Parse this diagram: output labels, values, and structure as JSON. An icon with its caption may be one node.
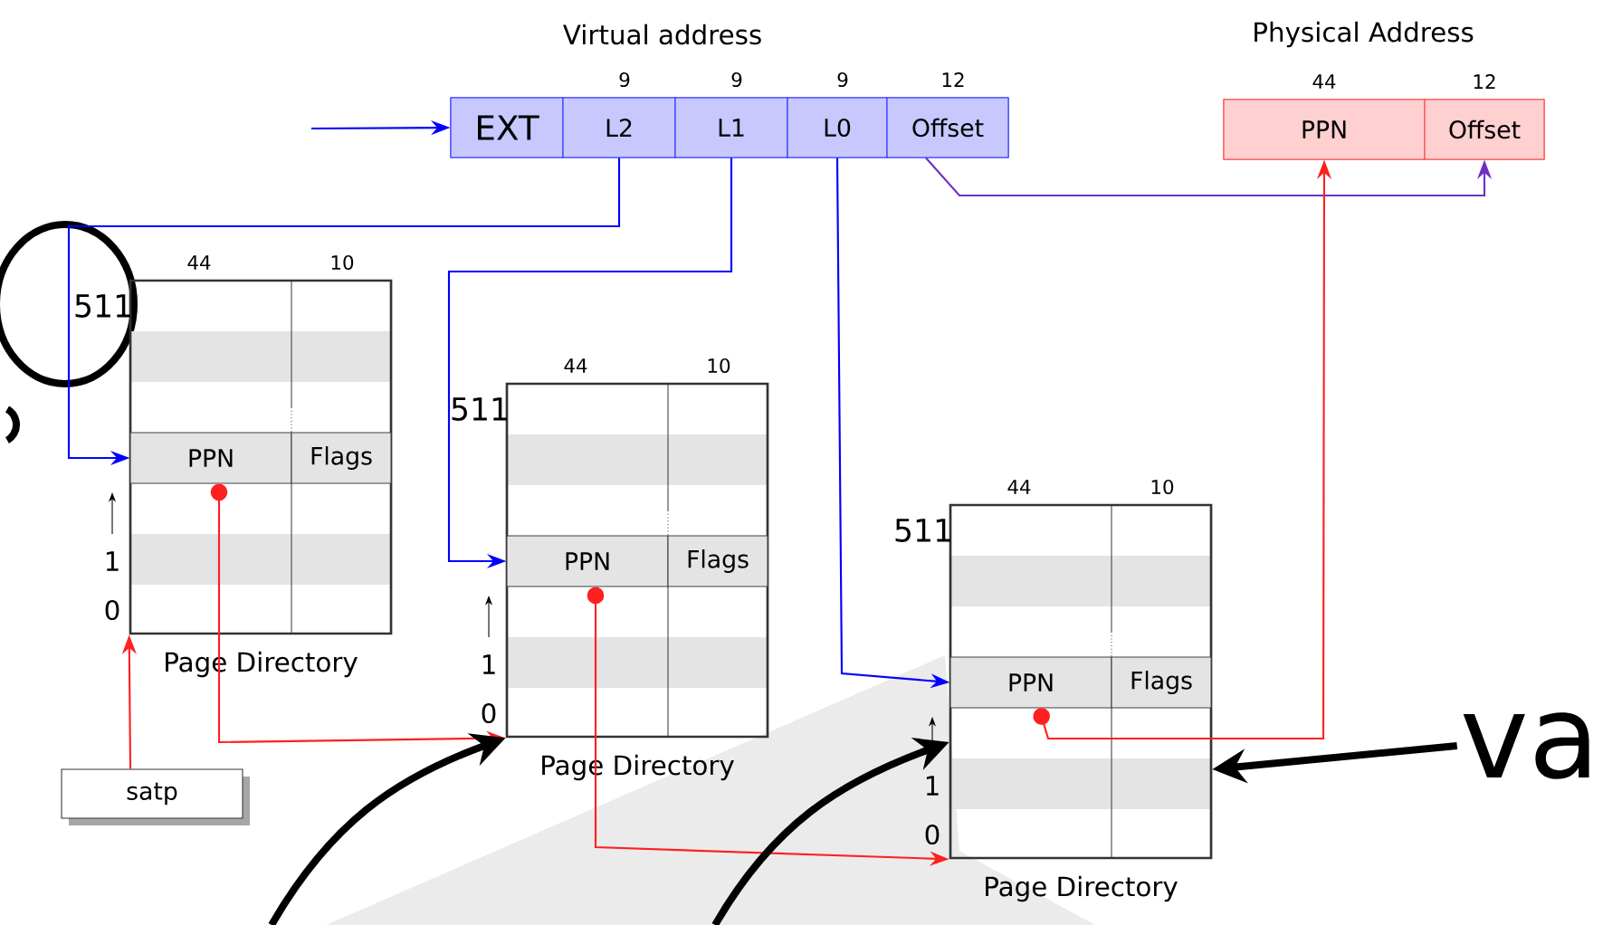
{
  "diagram": {
    "nodes": [
      {
        "text": [
          "Virtual address"
        ]
      },
      {
        "text": [
          "EXT"
        ],
        "in": 0
      },
      {
        "text": [
          "L2"
        ],
        "in": 0,
        "beside": [
          "9"
        ]
      },
      {
        "text": [
          "L1"
        ],
        "in": 0,
        "beside": [
          "9"
        ]
      },
      {
        "text": [
          "L0"
        ],
        "in": 0,
        "beside": [
          "9"
        ]
      },
      {
        "text": [
          "Offset"
        ],
        "in": 0,
        "beside": [
          "12"
        ]
      },
      {
        "text": [
          "Physical Address"
        ]
      },
      {
        "text": [
          "PPN"
        ],
        "in": 6,
        "beside": [
          "44"
        ]
      },
      {
        "text": [
          "Offset"
        ],
        "in": 6,
        "beside": [
          "12"
        ]
      },
      {
        "text": [
          "Page Directory"
        ],
        "beside": [
          "44",
          "10",
          "511",
          "1",
          "0"
        ]
      },
      {
        "text": [
          "PPN"
        ],
        "in": 9
      },
      {
        "text": [
          "Flags"
        ],
        "in": 9
      },
      {
        "text": [
          "Page Directory"
        ],
        "beside": [
          "44",
          "10",
          "511",
          "1",
          "0"
        ]
      },
      {
        "text": [
          "PPN"
        ],
        "in": 12
      },
      {
        "text": [
          "Flags"
        ],
        "in": 12
      },
      {
        "text": [
          "Page Directory"
        ],
        "beside": [
          "44",
          "10",
          "511",
          "1",
          "0"
        ]
      },
      {
        "text": [
          "PPN"
        ],
        "in": 15
      },
      {
        "text": [
          "Flags"
        ],
        "in": 15
      },
      {
        "text": [
          "satp"
        ]
      },
      {
        "text": [
          "va"
        ]
      }
    ],
    "edges": [
      {
        "from": null,
        "to": 0,
        "arrow": "to",
        "color": "#0000ff"
      },
      {
        "from": 2,
        "to": 10,
        "arrow": "to",
        "color": "#0000ff"
      },
      {
        "from": 3,
        "to": 13,
        "arrow": "to",
        "color": "#0000ff"
      },
      {
        "from": 4,
        "to": 16,
        "arrow": "to",
        "color": "#0000ff"
      },
      {
        "from": 5,
        "to": 8,
        "arrow": "to",
        "color": "#7030c0"
      },
      {
        "from": 10,
        "to": 12,
        "arrow": "to",
        "color": "#ff2020"
      },
      {
        "from": 13,
        "to": 15,
        "arrow": "to",
        "color": "#ff2020"
      },
      {
        "from": 16,
        "to": 7,
        "arrow": "to",
        "color": "#ff2020"
      },
      {
        "from": 18,
        "to": 9,
        "arrow": "to",
        "color": "#ff2020"
      },
      {
        "from": 19,
        "to": 15,
        "arrow": "to",
        "style": "thick",
        "color": "#000000"
      },
      {
        "from": null,
        "to": 12,
        "arrow": "to",
        "style": "thick",
        "color": "#000000"
      },
      {
        "from": null,
        "to": 15,
        "arrow": "to",
        "style": "thick",
        "color": "#000000"
      }
    ]
  }
}
